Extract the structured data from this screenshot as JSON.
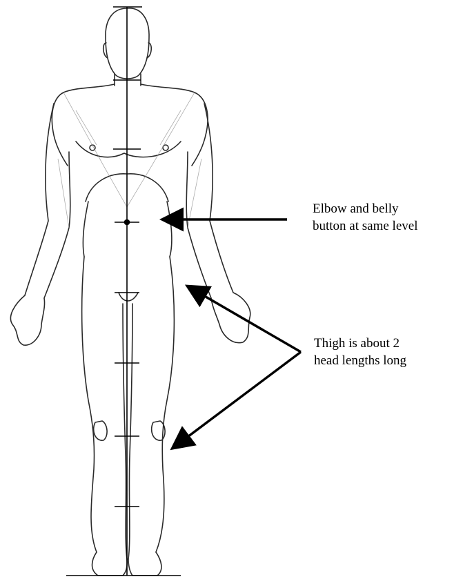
{
  "annotations": {
    "elbow_belly": {
      "line1": "Elbow and belly",
      "line2": "button at same level"
    },
    "thigh_length": {
      "line1": "Thigh is about 2",
      "line2": "head lengths long"
    }
  },
  "colors": {
    "ink": "#000000",
    "pencil": "#2a2a2a",
    "shading": "#8a8a8a",
    "background": "#ffffff"
  }
}
